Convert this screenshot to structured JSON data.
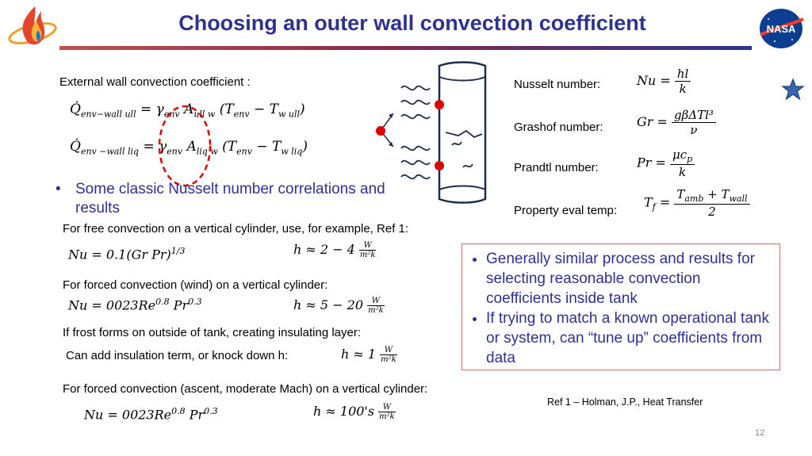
{
  "title": "Choosing an outer wall convection coefficient",
  "left": {
    "heading": "External wall convection coefficient :",
    "eq1": {
      "lhs": "Q̇",
      "lhs_sub": "env−wall ull",
      "rhs": "= γ",
      "gamma_sub": "env",
      "a": "A",
      "a_sub": "ull w",
      "paren": "(T",
      "t1_sub": "env",
      "minus": " − T",
      "t2_sub": "w ull",
      "close": ")"
    },
    "eq2": {
      "lhs": "Q̇",
      "lhs_sub": "env −wall liq",
      "rhs": "= γ",
      "gamma_sub": "env",
      "a": "A",
      "a_sub": "liq w",
      "paren": "(T",
      "t1_sub": "env",
      "minus": " − T",
      "t2_sub": "w liq",
      "close": ")"
    },
    "bullet": "Some classic Nusselt number correlations and results",
    "free": {
      "label": "For free convection on a vertical cylinder, use, for example, Ref 1:",
      "nu": "Nu = 0.1(Gr Pr)",
      "nu_exp_num": "1",
      "nu_exp_den": "3",
      "h": "h ≈ 2 − 4",
      "unit_num": "W",
      "unit_den": "m²k"
    },
    "forced": {
      "label": "For forced convection (wind) on a vertical cylinder:",
      "nu": "Nu = 0023Re",
      "re_exp": "0.8",
      "pr": " Pr",
      "pr_exp": "0.3",
      "h": "h ≈ 5 − 20",
      "unit_num": "W",
      "unit_den": "m²k"
    },
    "frost": {
      "label": "If frost forms on outside of tank, creating insulating layer:",
      "label2": "Can add insulation term, or knock down h:",
      "h": "h ≈ 1",
      "unit_num": "W",
      "unit_den": "m²k"
    },
    "ascent": {
      "label": "For forced convection (ascent, moderate Mach) on a vertical cylinder:",
      "nu": "Nu = 0023Re",
      "re_exp": "0.8",
      "pr": " Pr",
      "pr_exp": "0.3",
      "h": "h ≈ 100's",
      "unit_num": "W",
      "unit_den": "m²k"
    }
  },
  "right": {
    "nusselt": {
      "label": "Nusselt number:",
      "lhs": "Nu =",
      "num": "hl",
      "den": "k"
    },
    "grashof": {
      "label": "Grashof number:",
      "lhs": "Gr =",
      "num": "gβΔTl³",
      "den": "ν"
    },
    "prandtl": {
      "label": "Prandtl number:",
      "lhs": "Pr =",
      "num": "μc",
      "num_sub": "p",
      "den": "k"
    },
    "eval": {
      "label": "Property eval temp:",
      "lhs": "T",
      "lhs_sub": "f",
      "eq": " =",
      "num": "T",
      "num_sub1": "amb",
      "num_plus": " + T",
      "num_sub2": "wall",
      "den": "2"
    }
  },
  "box": {
    "items": [
      "Generally similar process and results for selecting reasonable convection coefficients inside tank",
      "If trying to match a known operational tank or system, can “tune up” coefficients from data"
    ]
  },
  "ref": "Ref 1 – Holman, J.P., Heat Transfer",
  "page_number": "12",
  "logo_nasa": "NASA",
  "colors": {
    "title": "#2e3192",
    "accent_red": "#e00000",
    "box_border": "#e06666"
  }
}
